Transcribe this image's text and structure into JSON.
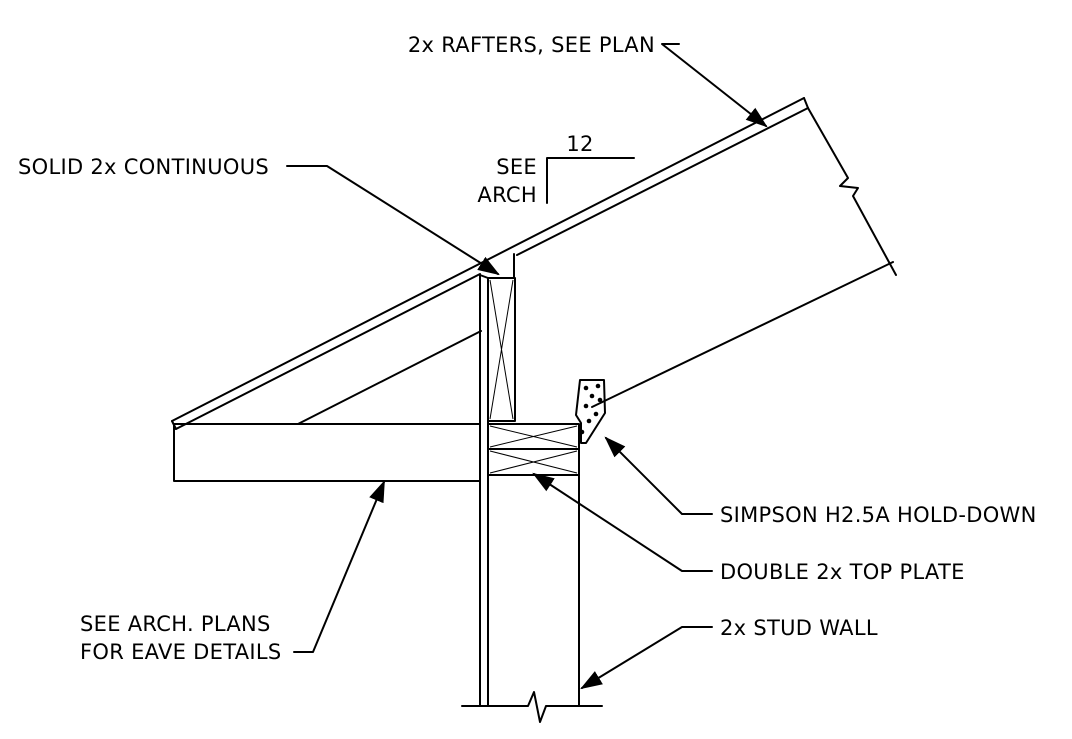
{
  "labels": {
    "rafters": "2x RAFTERS, SEE PLAN",
    "solid_continuous": "SOLID 2x CONTINUOUS",
    "slope_see": "SEE",
    "slope_arch": "ARCH",
    "slope_run": "12",
    "hold_down": "SIMPSON H2.5A HOLD-DOWN",
    "top_plate": "DOUBLE 2x TOP PLATE",
    "stud_wall": "2x STUD WALL",
    "eave_line1": "SEE ARCH. PLANS",
    "eave_line2": "FOR EAVE DETAILS"
  },
  "colors": {
    "ink": "#000000",
    "paper": "#ffffff"
  }
}
